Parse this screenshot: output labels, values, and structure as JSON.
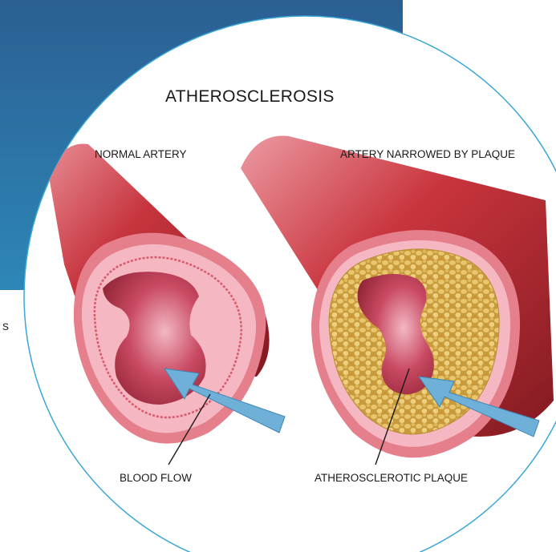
{
  "diagram": {
    "title": "ATHEROSCLEROSIS",
    "normal_artery_label": "NORMAL ARTERY",
    "narrowed_artery_label": "ARTERY NARROWED BY PLAQUE",
    "blood_flow_label": "BLOOD FLOW",
    "plaque_label": "ATHEROSCLEROTIC PLAQUE",
    "partial_left_text": "s"
  },
  "colors": {
    "background_panel_top": "#2b5f93",
    "background_panel_bottom": "#2d87b7",
    "circle_border": "#3aa7d6",
    "artery_dark": "#8b1d22",
    "artery_mid": "#c7353e",
    "artery_light": "#e78b93",
    "lumen": "#c94a63",
    "wall_pink": "#f2a9b6",
    "plaque": "#d9b35a",
    "arrow": "#6eb0d8"
  }
}
